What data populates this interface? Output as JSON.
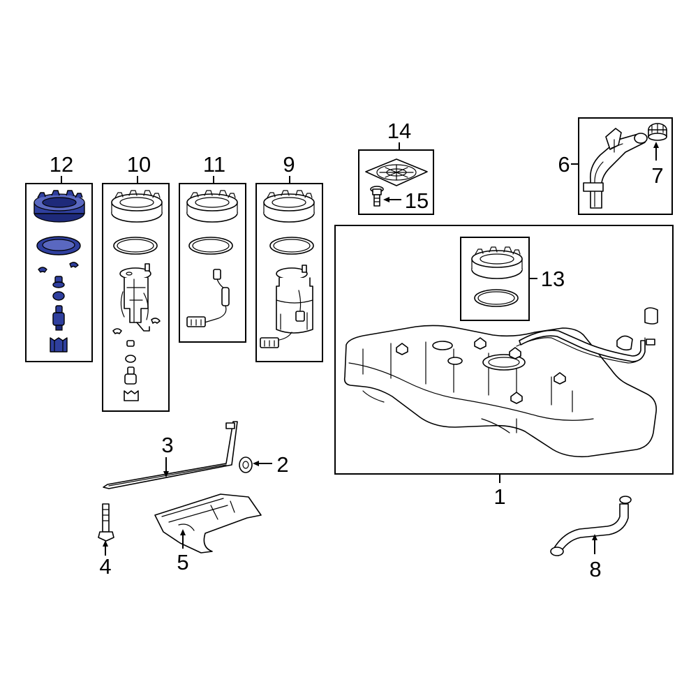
{
  "diagram": {
    "callouts": {
      "c1": "1",
      "c2": "2",
      "c3": "3",
      "c4": "4",
      "c5": "5",
      "c6": "6",
      "c7": "7",
      "c8": "8",
      "c9": "9",
      "c10": "10",
      "c11": "11",
      "c12": "12",
      "c13": "13",
      "c14": "14",
      "c15": "15"
    },
    "colors": {
      "highlight": "#2f3f9e",
      "line": "#000000",
      "background": "#ffffff"
    }
  }
}
